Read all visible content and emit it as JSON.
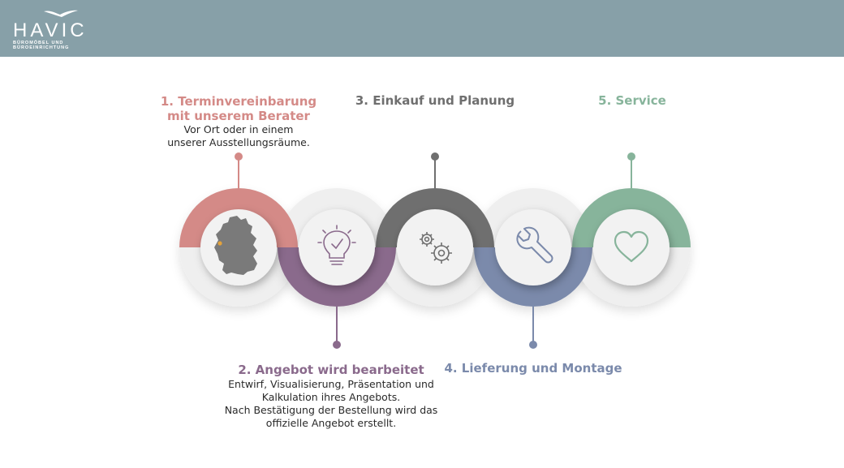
{
  "brand": {
    "name": "HAVIC",
    "tagline_line1": "BÜROMÖBEL UND",
    "tagline_line2": "BÜROEINRICHTUNG"
  },
  "colors": {
    "header": "#87a0a8",
    "step1": "#d48a87",
    "step2": "#8a6a8c",
    "step3": "#6f6f6f",
    "step4": "#7b8aab",
    "step5": "#87b49b"
  },
  "steps": [
    {
      "title_line1": "1. Terminvereinbarung",
      "title_line2": "mit unserem Berater",
      "desc_line1": "Vor Ort oder in einem",
      "desc_line2": "unserer Ausstellungsräume.",
      "icon": "germany-map-icon"
    },
    {
      "title": "2. Angebot wird bearbeitet",
      "desc_line1": "Entwirf, Visualisierung, Präsentation und",
      "desc_line2": "Kalkulation ihres Angebots.",
      "desc_line3": "Nach Bestätigung der Bestellung wird das",
      "desc_line4": "offizielle Angebot erstellt.",
      "icon": "lightbulb-icon"
    },
    {
      "title": "3. Einkauf und Planung",
      "icon": "gears-icon"
    },
    {
      "title": "4. Lieferung und Montage",
      "icon": "wrench-icon"
    },
    {
      "title": "5. Service",
      "icon": "heart-icon"
    }
  ]
}
